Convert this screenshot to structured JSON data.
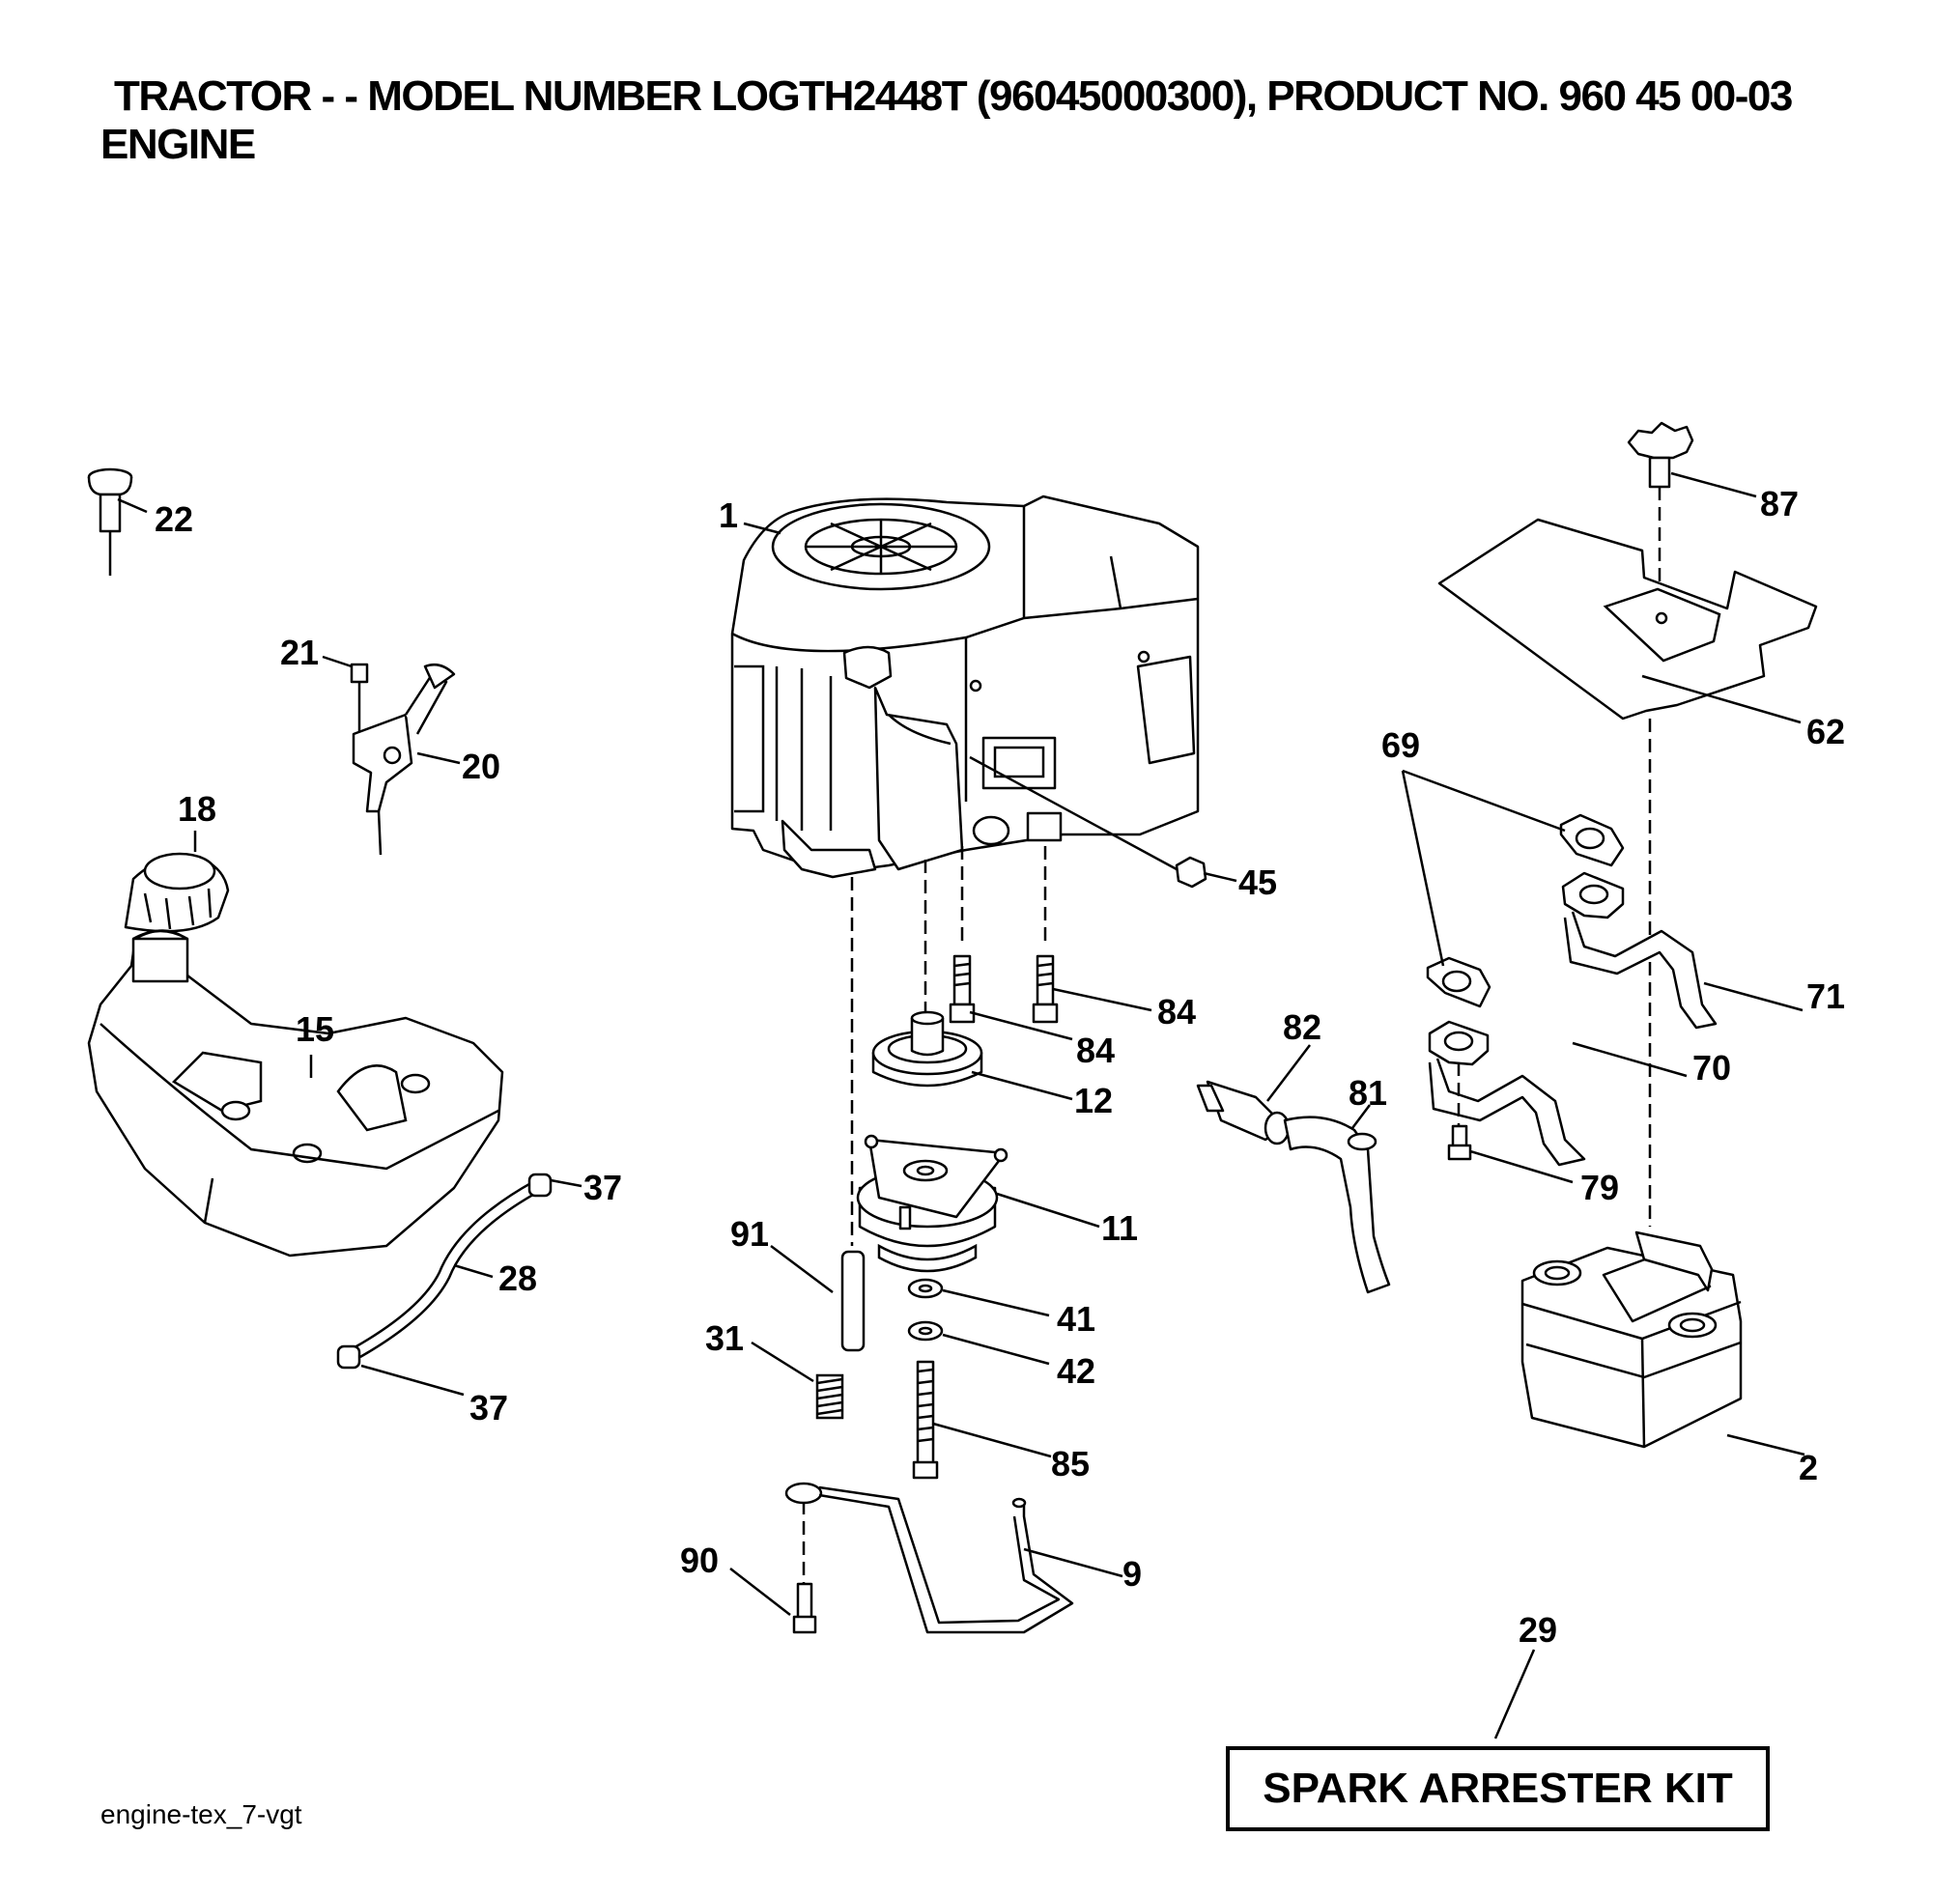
{
  "header": {
    "title": "TRACTOR - - MODEL NUMBER LOGTH2448T (96045000300), PRODUCT NO. 960 45 00-03",
    "section": "ENGINE"
  },
  "callouts": [
    {
      "id": "1",
      "label": "1"
    },
    {
      "id": "2",
      "label": "2"
    },
    {
      "id": "9",
      "label": "9"
    },
    {
      "id": "11",
      "label": "11"
    },
    {
      "id": "12",
      "label": "12"
    },
    {
      "id": "15",
      "label": "15"
    },
    {
      "id": "18",
      "label": "18"
    },
    {
      "id": "20",
      "label": "20"
    },
    {
      "id": "21",
      "label": "21"
    },
    {
      "id": "22",
      "label": "22"
    },
    {
      "id": "28",
      "label": "28"
    },
    {
      "id": "29",
      "label": "29"
    },
    {
      "id": "31",
      "label": "31"
    },
    {
      "id": "37a",
      "label": "37"
    },
    {
      "id": "37b",
      "label": "37"
    },
    {
      "id": "41",
      "label": "41"
    },
    {
      "id": "42",
      "label": "42"
    },
    {
      "id": "45",
      "label": "45"
    },
    {
      "id": "62",
      "label": "62"
    },
    {
      "id": "69",
      "label": "69"
    },
    {
      "id": "70",
      "label": "70"
    },
    {
      "id": "71",
      "label": "71"
    },
    {
      "id": "79",
      "label": "79"
    },
    {
      "id": "81",
      "label": "81"
    },
    {
      "id": "82",
      "label": "82"
    },
    {
      "id": "84a",
      "label": "84"
    },
    {
      "id": "84b",
      "label": "84"
    },
    {
      "id": "85",
      "label": "85"
    },
    {
      "id": "87",
      "label": "87"
    },
    {
      "id": "90",
      "label": "90"
    },
    {
      "id": "91",
      "label": "91"
    }
  ],
  "kit_box": {
    "label": "SPARK ARRESTER KIT"
  },
  "footer": {
    "code": "engine-tex_7-vgt"
  }
}
